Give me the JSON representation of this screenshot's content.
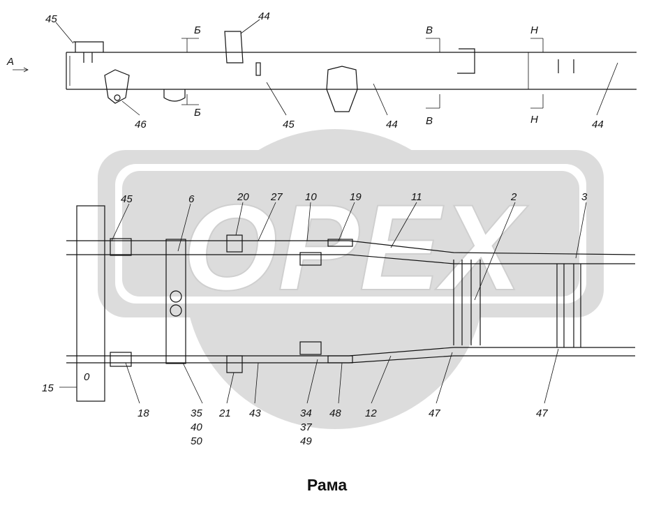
{
  "logo": {
    "text": "OPEX",
    "color": "#d9d9d9"
  },
  "top_view": {
    "view_arrow": "А",
    "sections": [
      "Б",
      "Б",
      "В",
      "В",
      "Н",
      "Н"
    ],
    "callouts": [
      "45",
      "44",
      "46",
      "45",
      "44",
      "44"
    ]
  },
  "plan_view": {
    "callouts_top": [
      "45",
      "6",
      "20",
      "27",
      "10",
      "19",
      "11",
      "2",
      "3"
    ],
    "callouts_bottom": [
      "15",
      "18",
      "35",
      "40",
      "50",
      "21",
      "43",
      "34",
      "37",
      "49",
      "48",
      "12",
      "47",
      "47"
    ],
    "bumper_mark": "0"
  },
  "caption": "Рама"
}
